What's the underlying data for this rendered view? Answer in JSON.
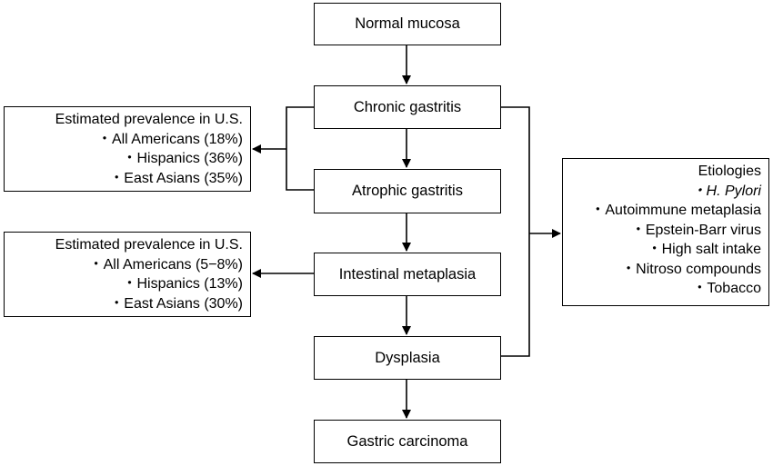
{
  "stages": {
    "normal_mucosa": "Normal mucosa",
    "chronic_gastritis": "Chronic gastritis",
    "atrophic_gastritis": "Atrophic gastritis",
    "intestinal_metaplasia": "Intestinal metaplasia",
    "dysplasia": "Dysplasia",
    "gastric_carcinoma": "Gastric carcinoma"
  },
  "prevalence_atrophic": {
    "title": "Estimated prevalence in U.S.",
    "items": [
      "・All Americans (18%)",
      "・Hispanics (36%)",
      "・East Asians (35%)"
    ]
  },
  "prevalence_metaplasia": {
    "title": "Estimated prevalence in U.S.",
    "items": [
      "・All Americans (5−8%)",
      "・Hispanics (13%)",
      "・East Asians (30%)"
    ]
  },
  "etiologies": {
    "title": "Etiologies",
    "items": [
      "・H. Pylori",
      "・Autoimmune metaplasia",
      "・Epstein-Barr virus",
      "・High salt intake",
      "・Nitroso compounds",
      "・Tobacco"
    ]
  }
}
